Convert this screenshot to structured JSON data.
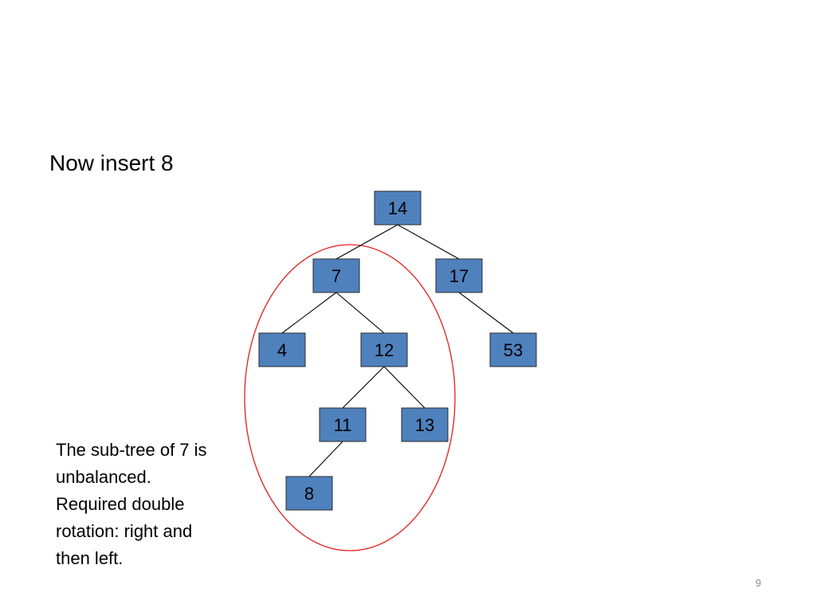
{
  "slide": {
    "title": "Now insert 8",
    "note_lines": [
      "The sub-tree of 7 is",
      "unbalanced.",
      "Required double",
      "rotation: right and",
      "then left."
    ],
    "page_number": "9"
  },
  "tree": {
    "node_color": "#4f81bd",
    "highlight_color": "#e0201f",
    "nodes": [
      {
        "id": "n14",
        "label": "14"
      },
      {
        "id": "n7",
        "label": "7"
      },
      {
        "id": "n17",
        "label": "17"
      },
      {
        "id": "n4",
        "label": "4"
      },
      {
        "id": "n12",
        "label": "12"
      },
      {
        "id": "n53",
        "label": "53"
      },
      {
        "id": "n11",
        "label": "11"
      },
      {
        "id": "n13",
        "label": "13"
      },
      {
        "id": "n8",
        "label": "8"
      }
    ],
    "edges": [
      [
        "n14",
        "n7"
      ],
      [
        "n14",
        "n17"
      ],
      [
        "n7",
        "n4"
      ],
      [
        "n7",
        "n12"
      ],
      [
        "n17",
        "n53"
      ],
      [
        "n12",
        "n11"
      ],
      [
        "n12",
        "n13"
      ],
      [
        "n11",
        "n8"
      ]
    ],
    "highlighted_subtree_root": "n7"
  }
}
